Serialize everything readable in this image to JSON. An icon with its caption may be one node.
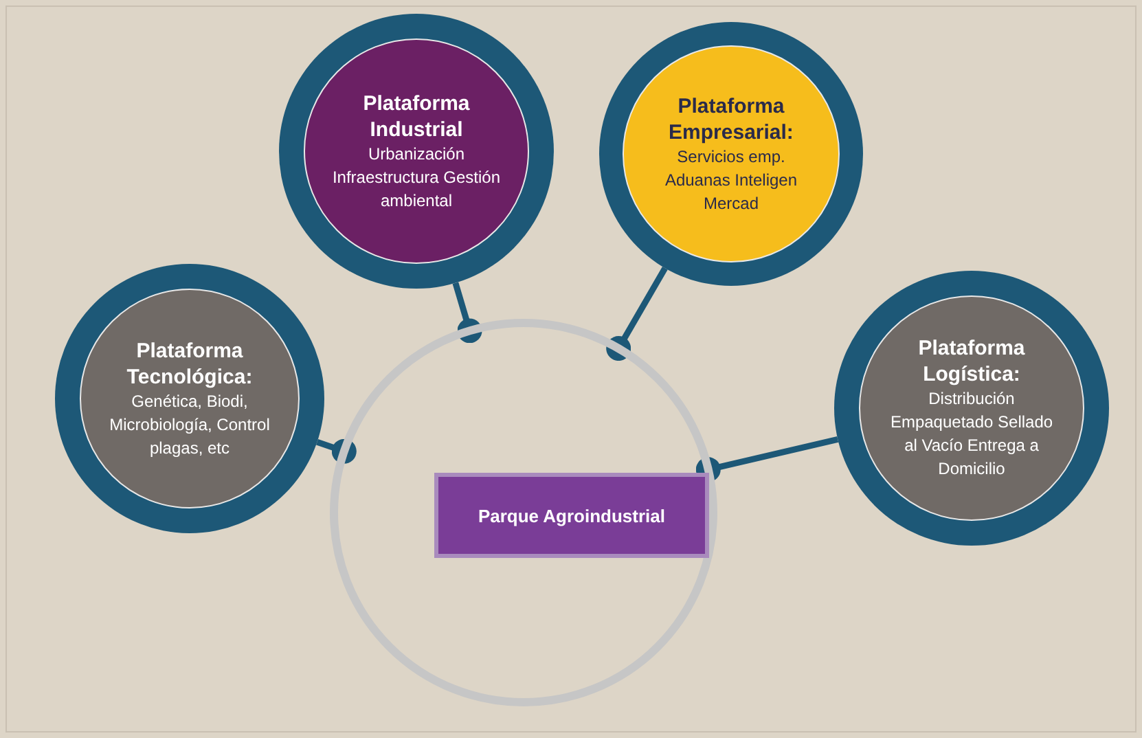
{
  "diagram": {
    "nodes": [
      {
        "text": [],
        "shape": "circle"
      },
      {
        "text": [
          "Parque Agroindustrial"
        ],
        "in": 0
      },
      {
        "text": [
          "Plataforma Industrial",
          "Urbanización Infraestructura Gestión ambiental"
        ]
      },
      {
        "text": [
          "Plataforma Empresarial:",
          "Servicios emp. Aduanas Inteligen Mercad"
        ]
      },
      {
        "text": [
          "Plataforma Tecnológica:",
          "Genética, Biodi, Microbiología, Control plagas, etc"
        ]
      },
      {
        "text": [
          "Plataforma Logística:",
          "Distribución Empaquetado Sellado al Vacío Entrega a Domicilio"
        ]
      }
    ],
    "edges": [
      {
        "from": 2,
        "to": 0,
        "arrow": "other"
      },
      {
        "from": 3,
        "to": 0,
        "arrow": "other"
      },
      {
        "from": 4,
        "to": 0,
        "arrow": "other"
      },
      {
        "from": 5,
        "to": 0,
        "arrow": "other"
      }
    ]
  }
}
